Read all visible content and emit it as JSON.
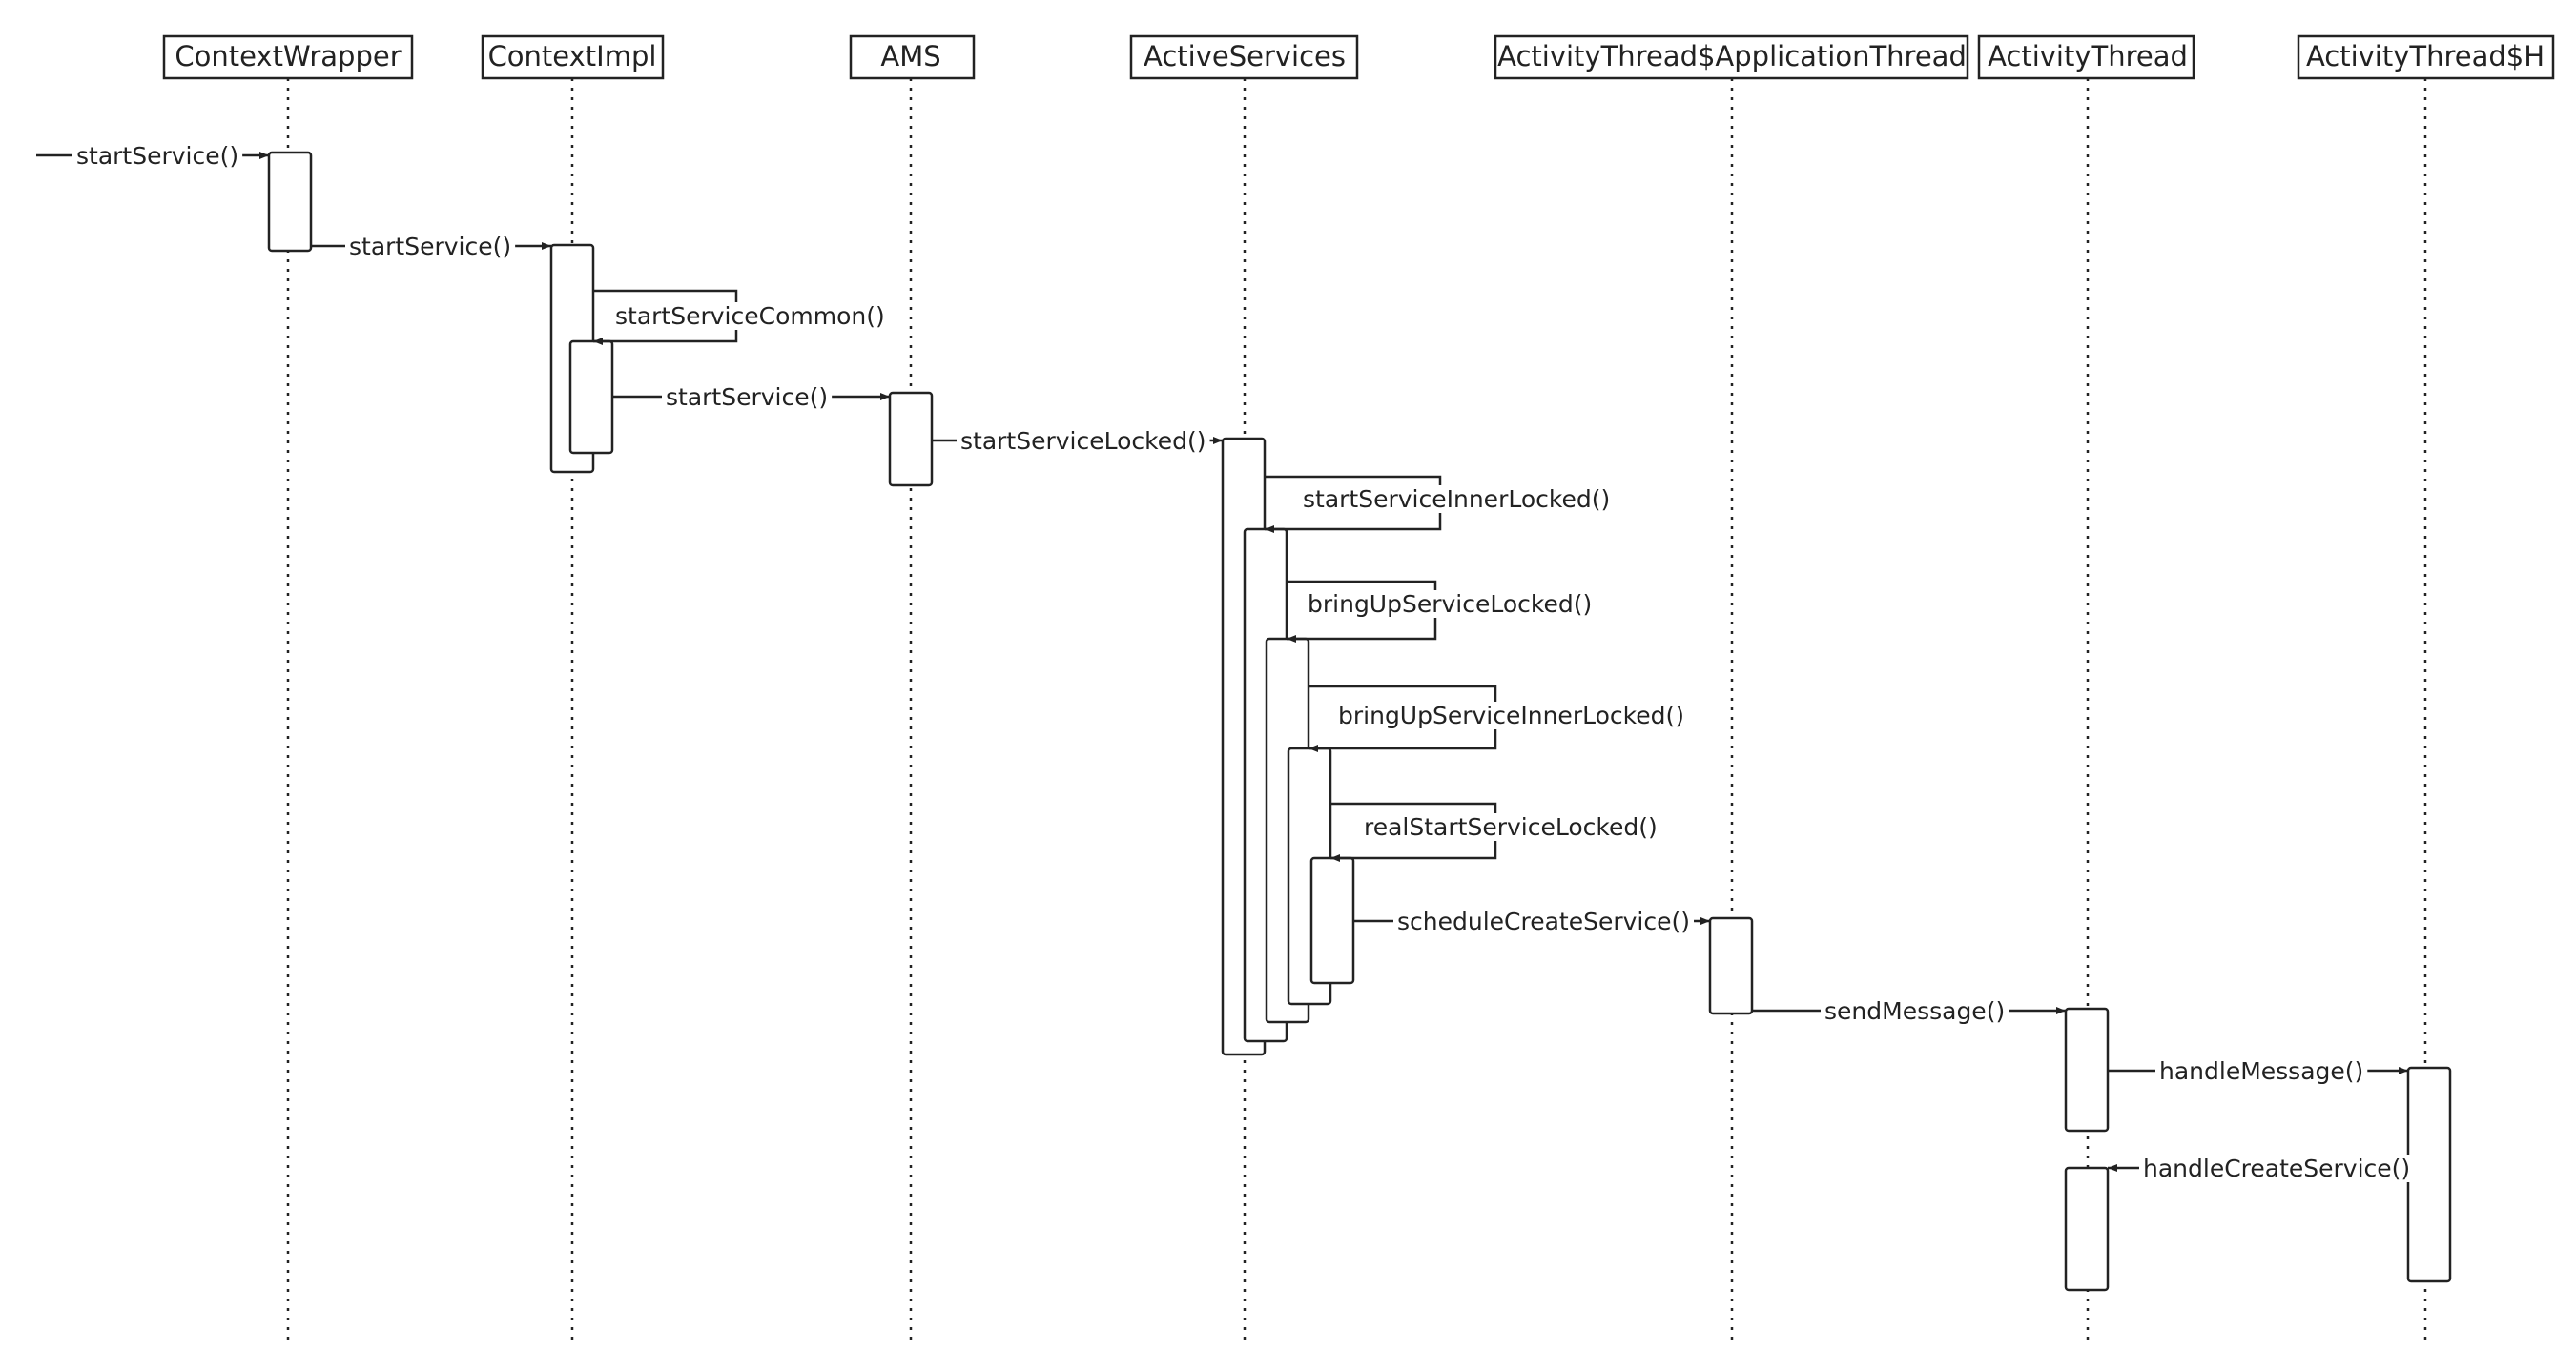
{
  "participants": [
    {
      "id": "cw",
      "label": "ContextWrapper"
    },
    {
      "id": "ci",
      "label": "ContextImpl"
    },
    {
      "id": "ams",
      "label": "AMS"
    },
    {
      "id": "as",
      "label": "ActiveServices"
    },
    {
      "id": "ata",
      "label": "ActivityThread$ApplicationThread"
    },
    {
      "id": "at",
      "label": "ActivityThread"
    },
    {
      "id": "ath",
      "label": "ActivityThread$H"
    }
  ],
  "messages": [
    {
      "from": "external",
      "to": "cw",
      "label": "startService()"
    },
    {
      "from": "cw",
      "to": "ci",
      "label": "startService()"
    },
    {
      "from": "ci",
      "to": "ci",
      "label": "startServiceCommon()"
    },
    {
      "from": "ci",
      "to": "ams",
      "label": "startService()"
    },
    {
      "from": "ams",
      "to": "as",
      "label": "startServiceLocked()"
    },
    {
      "from": "as",
      "to": "as",
      "label": "startServiceInnerLocked()"
    },
    {
      "from": "as",
      "to": "as",
      "label": "bringUpServiceLocked()"
    },
    {
      "from": "as",
      "to": "as",
      "label": "bringUpServiceInnerLocked()"
    },
    {
      "from": "as",
      "to": "as",
      "label": "realStartServiceLocked()"
    },
    {
      "from": "as",
      "to": "ata",
      "label": "scheduleCreateService()"
    },
    {
      "from": "ata",
      "to": "at",
      "label": "sendMessage()"
    },
    {
      "from": "at",
      "to": "ath",
      "label": "handleMessage()"
    },
    {
      "from": "ath",
      "to": "at",
      "label": "handleCreateService()"
    }
  ]
}
